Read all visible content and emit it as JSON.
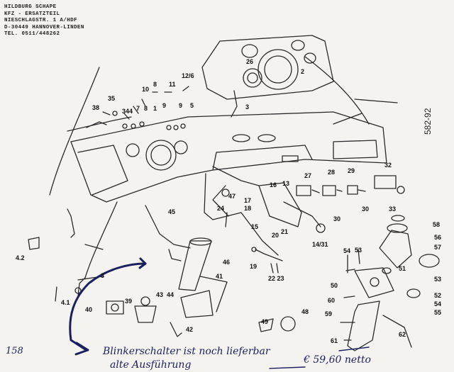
{
  "stamp": {
    "lines": [
      "HILDBURG SCHAPE",
      "KFZ - ERSATZTEIL",
      "NIESCHLAGSTR. 1 A/HDF",
      "D-30449 HANNOVER-LINDEN",
      "TEL. 0511/448262"
    ]
  },
  "page_code": "582-92",
  "page_number": "158",
  "handwritten": {
    "line1": "Blinkerschalter ist noch lieferbar",
    "line2": "alte Ausführung",
    "price": "€ 59,60 netto"
  },
  "part_labels": [
    {
      "id": "2",
      "n": "2"
    },
    {
      "id": "26",
      "n": "26"
    },
    {
      "id": "3a",
      "n": "3"
    },
    {
      "id": "35",
      "n": "35"
    },
    {
      "id": "10",
      "n": "10"
    },
    {
      "id": "8a",
      "n": "8"
    },
    {
      "id": "11",
      "n": "11"
    },
    {
      "id": "12-6",
      "n": "12/6"
    },
    {
      "id": "38",
      "n": "38"
    },
    {
      "id": "34",
      "n": "34"
    },
    {
      "id": "4a",
      "n": "4"
    },
    {
      "id": "7",
      "n": "7"
    },
    {
      "id": "8b",
      "n": "8"
    },
    {
      "id": "1",
      "n": "1"
    },
    {
      "id": "9a",
      "n": "9"
    },
    {
      "id": "9b",
      "n": "9"
    },
    {
      "id": "5",
      "n": "5"
    },
    {
      "id": "27",
      "n": "27"
    },
    {
      "id": "28",
      "n": "28"
    },
    {
      "id": "29",
      "n": "29"
    },
    {
      "id": "32",
      "n": "32"
    },
    {
      "id": "16",
      "n": "16"
    },
    {
      "id": "13",
      "n": "13"
    },
    {
      "id": "17",
      "n": "17"
    },
    {
      "id": "18",
      "n": "18"
    },
    {
      "id": "24",
      "n": "24"
    },
    {
      "id": "47",
      "n": "47"
    },
    {
      "id": "30a",
      "n": "30"
    },
    {
      "id": "30b",
      "n": "30"
    },
    {
      "id": "33",
      "n": "33"
    },
    {
      "id": "15",
      "n": "15"
    },
    {
      "id": "20",
      "n": "20"
    },
    {
      "id": "21",
      "n": "21"
    },
    {
      "id": "14-31",
      "n": "14/31"
    },
    {
      "id": "58",
      "n": "58"
    },
    {
      "id": "56",
      "n": "56"
    },
    {
      "id": "57",
      "n": "57"
    },
    {
      "id": "45",
      "n": "45"
    },
    {
      "id": "4-2",
      "n": "4.2"
    },
    {
      "id": "46",
      "n": "46"
    },
    {
      "id": "19",
      "n": "19"
    },
    {
      "id": "22-23",
      "n": "22 23"
    },
    {
      "id": "54a",
      "n": "54"
    },
    {
      "id": "53a",
      "n": "53"
    },
    {
      "id": "51",
      "n": "51"
    },
    {
      "id": "3b",
      "n": "3"
    },
    {
      "id": "41",
      "n": "41"
    },
    {
      "id": "50",
      "n": "50"
    },
    {
      "id": "53b",
      "n": "53"
    },
    {
      "id": "52",
      "n": "52"
    },
    {
      "id": "54b",
      "n": "54"
    },
    {
      "id": "55",
      "n": "55"
    },
    {
      "id": "60",
      "n": "60"
    },
    {
      "id": "4-1",
      "n": "4.1"
    },
    {
      "id": "43",
      "n": "43"
    },
    {
      "id": "44",
      "n": "44"
    },
    {
      "id": "40",
      "n": "40"
    },
    {
      "id": "39",
      "n": "39"
    },
    {
      "id": "42",
      "n": "42"
    },
    {
      "id": "48",
      "n": "48"
    },
    {
      "id": "59",
      "n": "59"
    },
    {
      "id": "49",
      "n": "49"
    },
    {
      "id": "62",
      "n": "62"
    },
    {
      "id": "61",
      "n": "61"
    }
  ]
}
